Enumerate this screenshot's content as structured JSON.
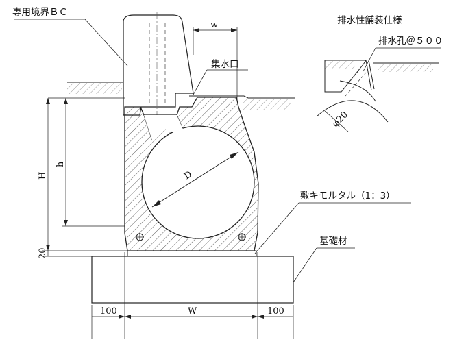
{
  "labels": {
    "curb": "専用境界ＢＣ",
    "inlet": "集水口",
    "mortar": "敷キモルタル（1：3）",
    "base": "基礎材",
    "drain_title": "排水性舗装仕様",
    "drain_hole": "排水孔＠５００",
    "drain_diameter": "φ20"
  },
  "dimensions": {
    "w": "w",
    "D": "D",
    "H": "H",
    "h": "h",
    "twenty": "20",
    "W": "W",
    "left_offset": "100",
    "right_offset": "100"
  }
}
